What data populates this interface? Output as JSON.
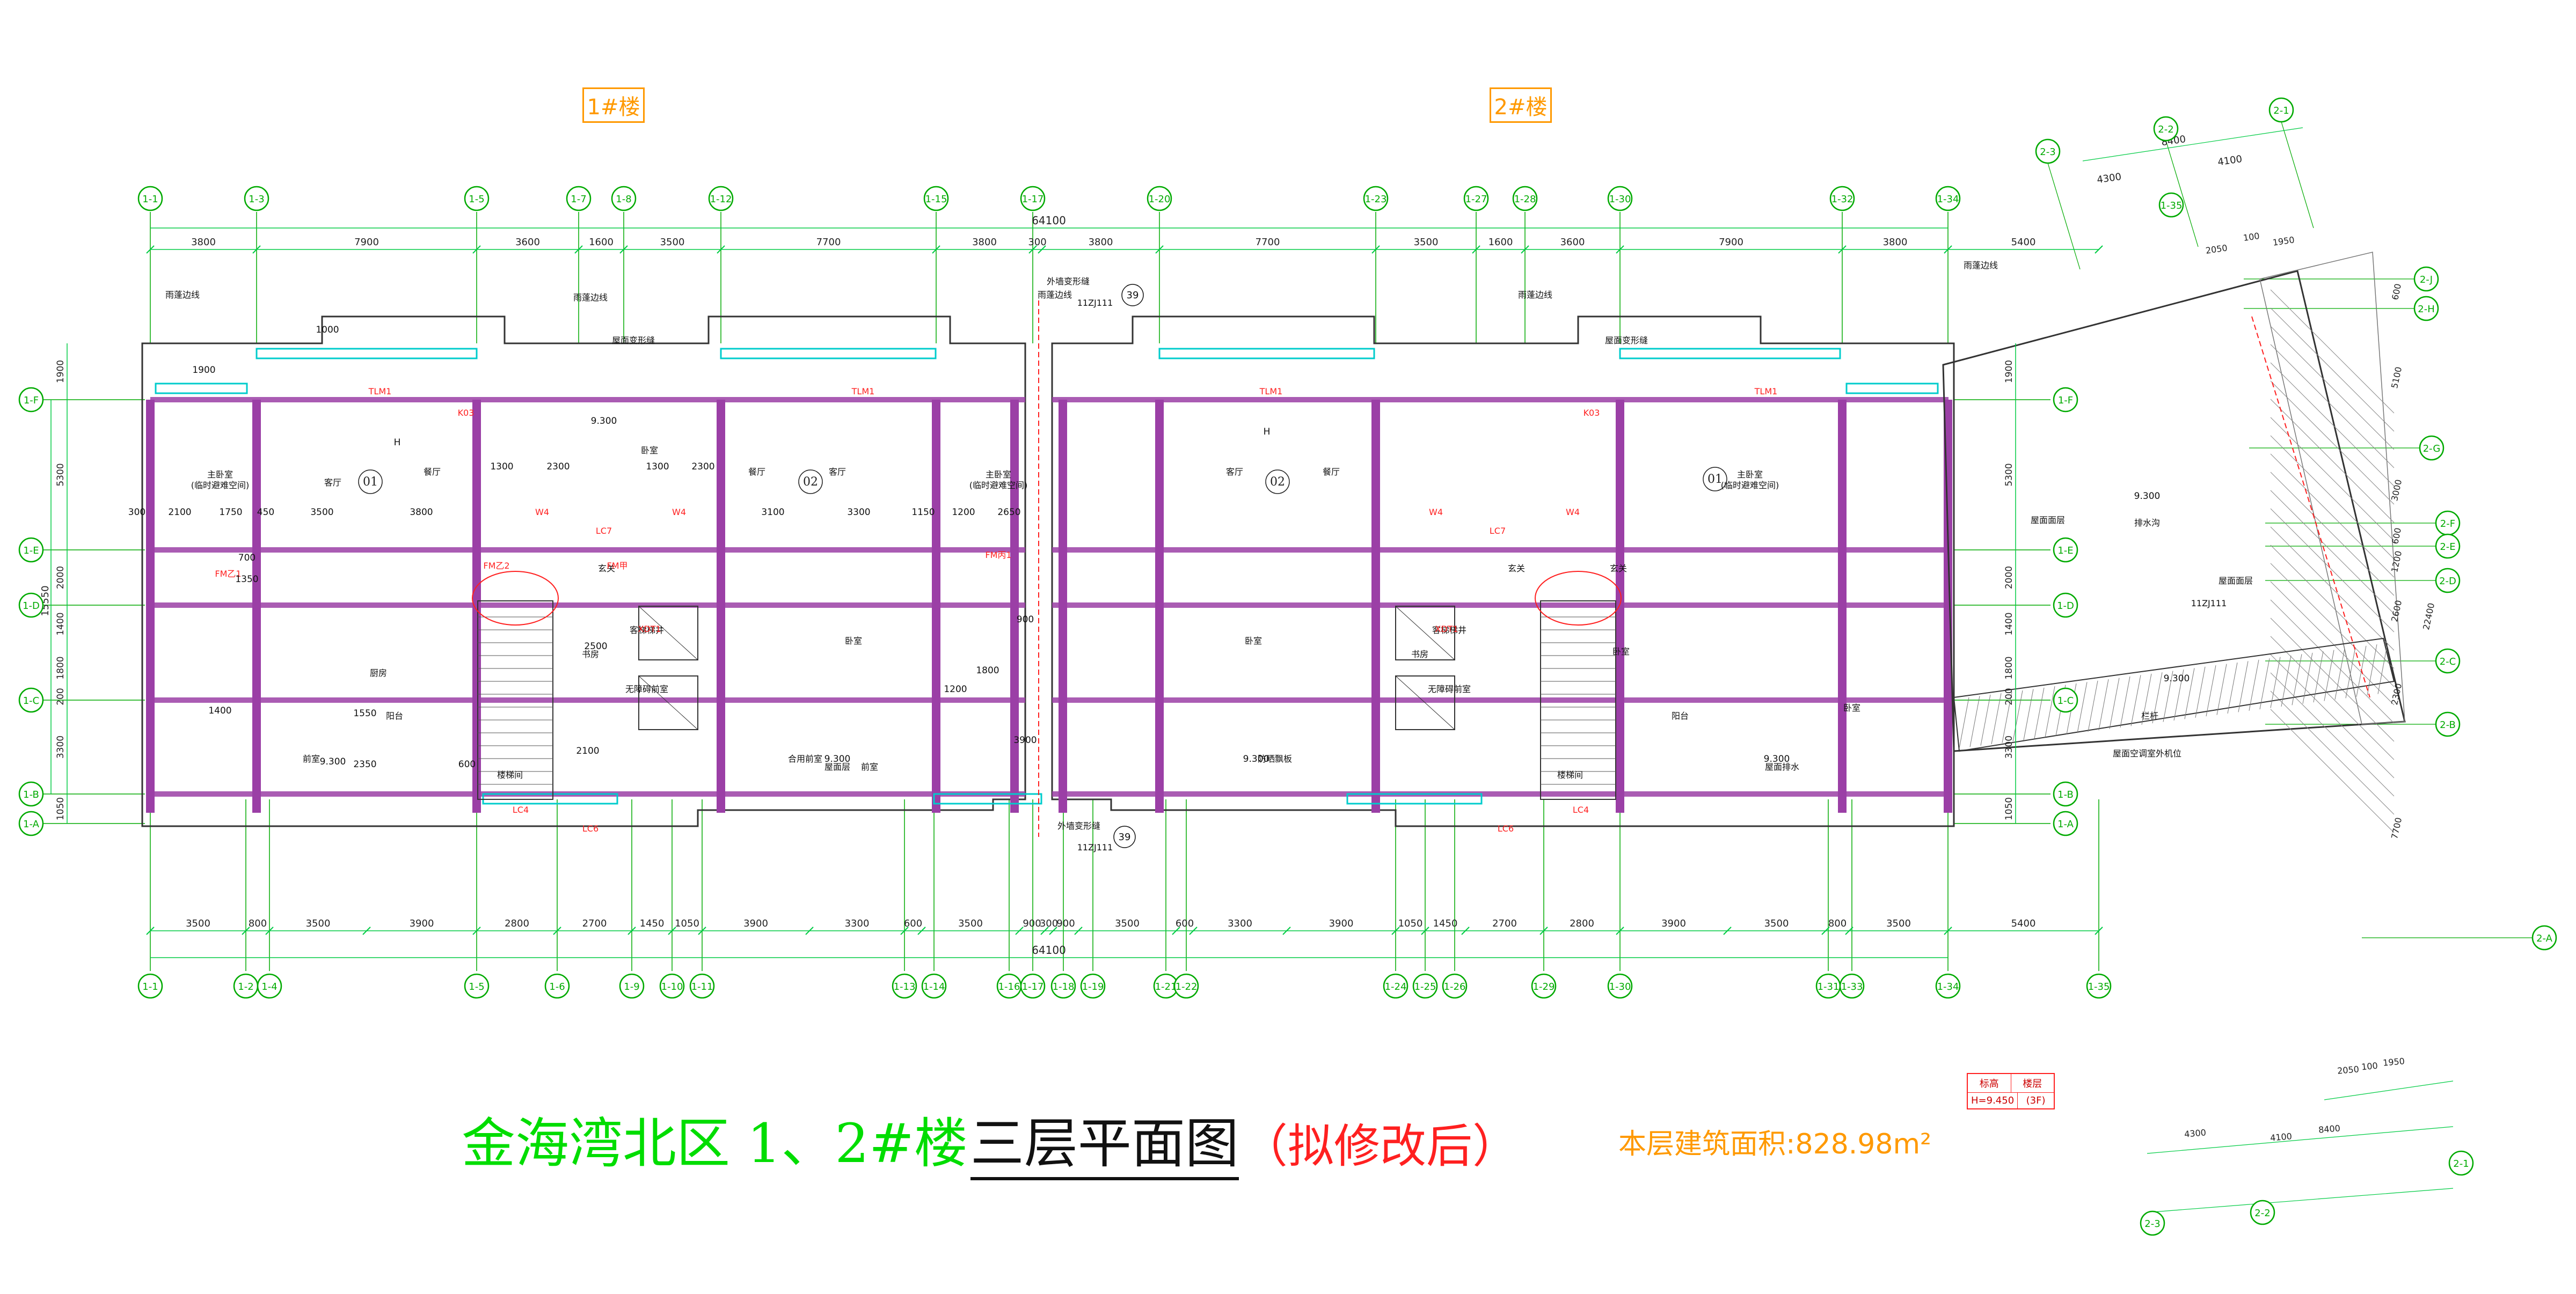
{
  "title": {
    "main": "金海湾北区 1、2#楼",
    "sub": "三层平面图",
    "suffix": "（拟修改后）",
    "area_note": "本层建筑面积:828.98m²"
  },
  "buildings": [
    "1#楼",
    "2#楼"
  ],
  "legend": {
    "headers": [
      "标高",
      "楼层"
    ],
    "row": [
      "H=9.450",
      "(3F)"
    ]
  },
  "axes_top": [
    "1-1",
    "1-3",
    "1-5",
    "1-7",
    "1-8",
    "1-12",
    "1-15",
    "1-17",
    "1-20",
    "1-23",
    "1-27",
    "1-28",
    "1-30",
    "1-32",
    "1-34"
  ],
  "axes_bottom": [
    "1-1",
    "1-2",
    "1-4",
    "1-5",
    "1-6",
    "1-9",
    "1-10",
    "1-11",
    "1-13",
    "1-14",
    "1-16",
    "1-17",
    "1-18",
    "1-19",
    "1-21",
    "1-22",
    "1-24",
    "1-25",
    "1-26",
    "1-29",
    "1-30",
    "1-31",
    "1-33",
    "1-34",
    "1-35"
  ],
  "axes_left": [
    "1-F",
    "1-E",
    "1-D",
    "1-C",
    "1-B",
    "1-A"
  ],
  "axes_right": [
    "1-F",
    "1-E",
    "1-D",
    "1-C",
    "1-B",
    "1-A"
  ],
  "axes_wing": [
    "2-J",
    "2-H",
    "2-G",
    "2-F",
    "2-E",
    "2-D",
    "2-C",
    "2-B",
    "2-A"
  ],
  "axes_wing_top": [
    "2-3",
    "2-2",
    "2-1"
  ],
  "axes_wing_small": [
    "1-35"
  ],
  "dims_top_total": "64100",
  "dims_top": [
    "3800",
    "7900",
    "3600",
    "1600",
    "3500",
    "7700",
    "3800",
    "300",
    "3800",
    "7700",
    "3500",
    "1600",
    "3600",
    "7900",
    "3800",
    "5400"
  ],
  "dims_bottom_total": "64100",
  "dims_bottom": [
    "3500",
    "800",
    "3500",
    "3900",
    "2800",
    "2700",
    "1450",
    "1050",
    "3900",
    "3300",
    "600",
    "3500",
    "900",
    "300",
    "900",
    "3500",
    "600",
    "3300",
    "3900",
    "1050",
    "1450",
    "2700",
    "2800",
    "3900",
    "3500",
    "800",
    "3500",
    "5400"
  ],
  "dims_left": [
    "1900",
    "5300",
    "2000",
    "1400",
    "1800",
    "200",
    "3300",
    "1050"
  ],
  "dims_left_total": "15550",
  "dims_wing_top": [
    "8400",
    "4300",
    "4100"
  ],
  "dims_wing_small": [
    "2050",
    "100",
    "1950"
  ],
  "dims_wing_right": [
    "600",
    "5100",
    "3000",
    "600",
    "1200",
    "2600",
    "2300",
    "7700",
    "22400"
  ],
  "room_labels": [
    "客厅",
    "餐厅",
    "主卧室",
    "(临时避难空间)",
    "卧室",
    "厨房",
    "阳台",
    "玄关",
    "书房",
    "合用前室",
    "前室",
    "防晒飘板",
    "排水沟",
    "屋面面层",
    "栏杆",
    "屋面空调室外机位",
    "屋面变形缝",
    "外墙变形缝",
    "雨蓬边线",
    "屋面面层",
    "前室",
    "客梯梯井",
    "无障碍前室",
    "楼梯间",
    "屋面层",
    "屋面排水"
  ],
  "units": [
    "01",
    "02",
    "02",
    "01"
  ],
  "level_marks": [
    "9.300",
    "9.300",
    "9.300",
    "9.300",
    "9.300",
    "9.300",
    "9.300",
    "H",
    "H"
  ],
  "window_codes": [
    "TLM1",
    "TLM1",
    "TLM1",
    "TLM1",
    "LC7",
    "LC7",
    "LC6",
    "LC6",
    "LC4",
    "LC4",
    "FM乙1",
    "FM乙2",
    "FM丙1",
    "FM甲",
    "W4",
    "W4",
    "W4",
    "W4",
    "K03",
    "K03",
    "XDT1",
    "XDT1"
  ],
  "detail_refs": [
    "11ZJ111",
    "11ZJ111",
    "11ZJ111"
  ],
  "detail_marks": [
    "39",
    "39"
  ],
  "dim_mini": [
    "2500",
    "2100",
    "1300",
    "2300",
    "1300",
    "2300",
    "3100",
    "3300",
    "1150",
    "1200",
    "2650",
    "2100",
    "1750",
    "450",
    "3500",
    "3800",
    "300",
    "700",
    "1350",
    "1550",
    "2350",
    "1400",
    "600",
    "1200",
    "1800",
    "3900",
    "900",
    "1900",
    "1000"
  ],
  "colors": {
    "axis": "#00aa00",
    "wall": "#9b3fa6",
    "dim": "#00cc44",
    "window": "#00cccc",
    "accent": "#ff9900",
    "red": "#ff2020",
    "line": "#333333"
  }
}
